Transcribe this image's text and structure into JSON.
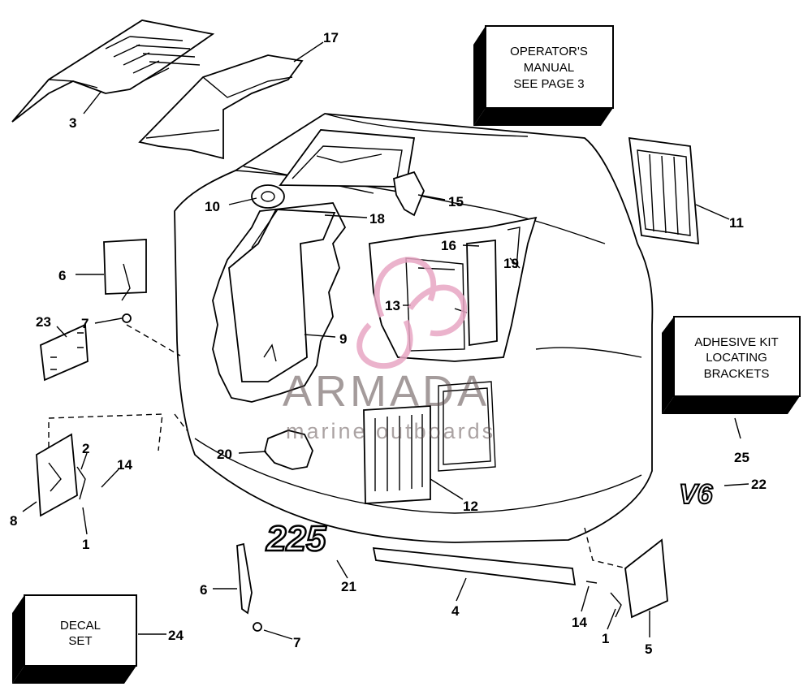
{
  "callouts": {
    "c3": "3",
    "c17": "17",
    "c10": "10",
    "c18": "18",
    "c15": "15",
    "c11": "11",
    "c16": "16",
    "c19": "19",
    "c6a": "6",
    "c23": "23",
    "c7a": "7",
    "c13": "13",
    "c9": "9",
    "c2": "2",
    "c14a": "14",
    "c8": "8",
    "c1a": "1",
    "c20": "20",
    "c12": "12",
    "c25": "25",
    "c22": "22",
    "c21": "21",
    "c6b": "6",
    "c4": "4",
    "c7b": "7",
    "c24": "24",
    "c14b": "14",
    "c1b": "1",
    "c5": "5"
  },
  "boxes": {
    "operators_manual": [
      "OPERATOR'S",
      "MANUAL",
      "SEE PAGE 3"
    ],
    "adhesive_kit": [
      "ADHESIVE KIT",
      "LOCATING",
      "BRACKETS"
    ],
    "decal_set": [
      "DECAL",
      "SET"
    ]
  },
  "decals": {
    "decal_225": "225",
    "decal_v6": "V6"
  },
  "watermark": {
    "brand": "ARMADA",
    "tagline": "marine outboards",
    "logo_color": "#e8a6c4"
  }
}
